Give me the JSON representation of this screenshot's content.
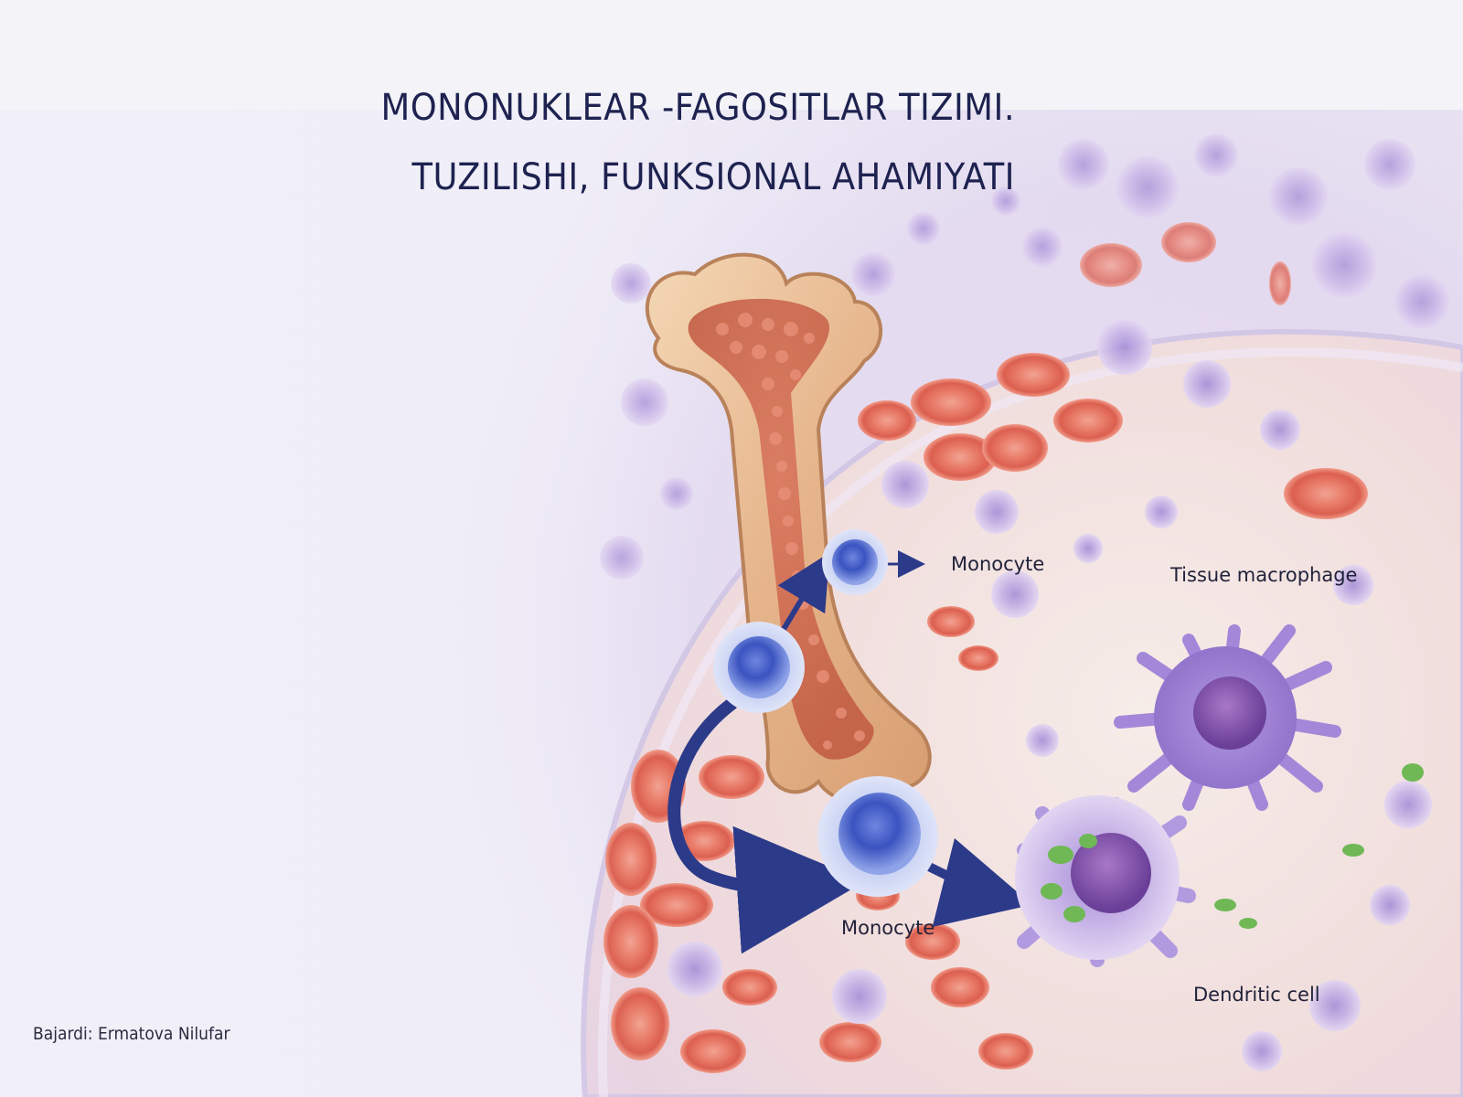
{
  "title": {
    "line1": "MONONUKLEAR -FAGOSITLAR TIZIMI.",
    "line2": "TUZILISHI, FUNKSIONAL AHAMIYATI"
  },
  "author": "Bajardi: Ermatova Nilufar",
  "illustration": {
    "labels": {
      "monocyte_top": "Monocyte",
      "tissue_macrophage": "Tissue macrophage",
      "monocyte_bottom": "Monocyte",
      "dendritic_cell": "Dendritic cell"
    }
  },
  "colors": {
    "title": "#1e2250",
    "red_cell": "#e06a5a",
    "purple_cell": "#b9a3df",
    "monocyte": "#4a62c8",
    "arrow": "#2c3a8a",
    "bone": "#e8c09a"
  }
}
